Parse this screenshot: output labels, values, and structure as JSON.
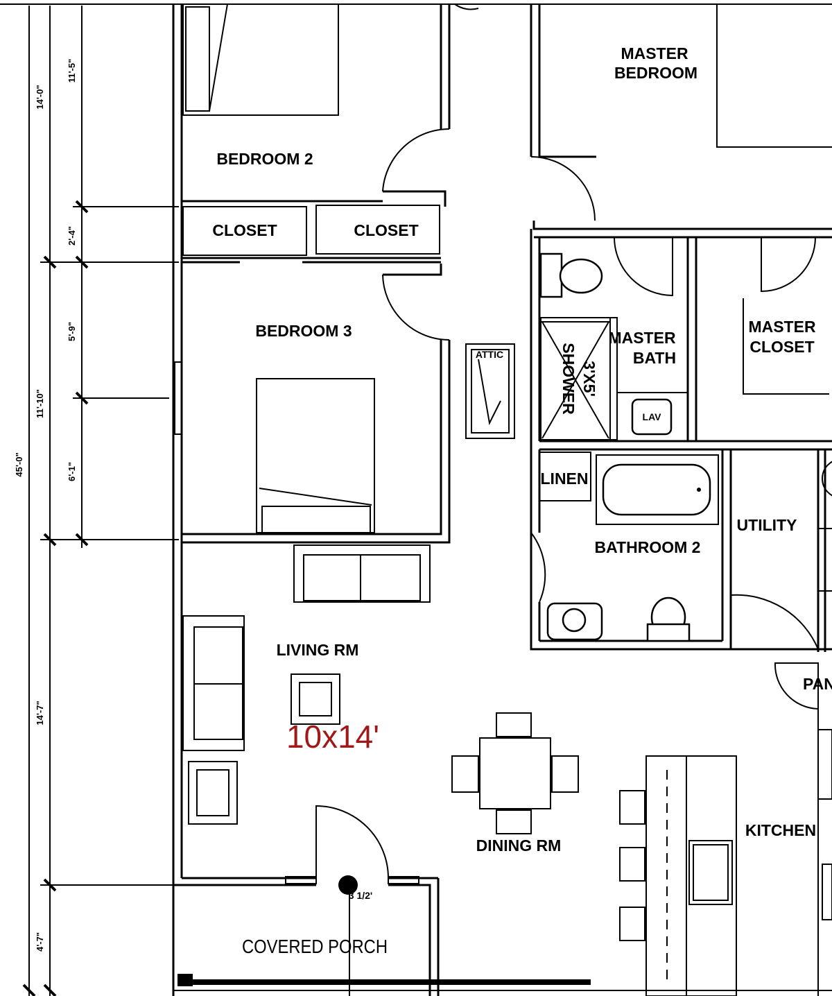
{
  "rooms": {
    "master_bedroom": [
      "MASTER",
      "BEDROOM"
    ],
    "bedroom2": "BEDROOM 2",
    "closet_a": "CLOSET",
    "closet_b": "CLOSET",
    "bedroom3": "BEDROOM 3",
    "attic": "ATTIC",
    "shower": "SHOWER",
    "shower_size": "3'X5'",
    "master_bath": [
      "MASTER",
      "BATH"
    ],
    "master_closet": [
      "MASTER",
      "CLOSET"
    ],
    "lav": "LAV",
    "linen": "LINEN",
    "utility": "UTILITY",
    "bathroom2": "BATHROOM 2",
    "living_rm": "LIVING RM",
    "dining_rm": "DINING RM",
    "kitchen": "KITCHEN",
    "pantry_partial": "PAN",
    "covered_porch": "COVERED PORCH"
  },
  "annotation": {
    "living_size": "10x14'",
    "door_size": "3 1/2'"
  },
  "dimensions": {
    "overall": "45'-0\"",
    "seg_14_0": "14'-0\"",
    "seg_11_5": "11'-5\"",
    "seg_2_4": "2'-4\"",
    "seg_11_10": "11'-10\"",
    "seg_5_9": "5'-9\"",
    "seg_6_1": "6'-1\"",
    "seg_14_7": "14'-7\"",
    "seg_4_7": "4'-7\""
  },
  "colors": {
    "ink": "#000000",
    "annotation": "#a01818",
    "paper": "#ffffff"
  }
}
